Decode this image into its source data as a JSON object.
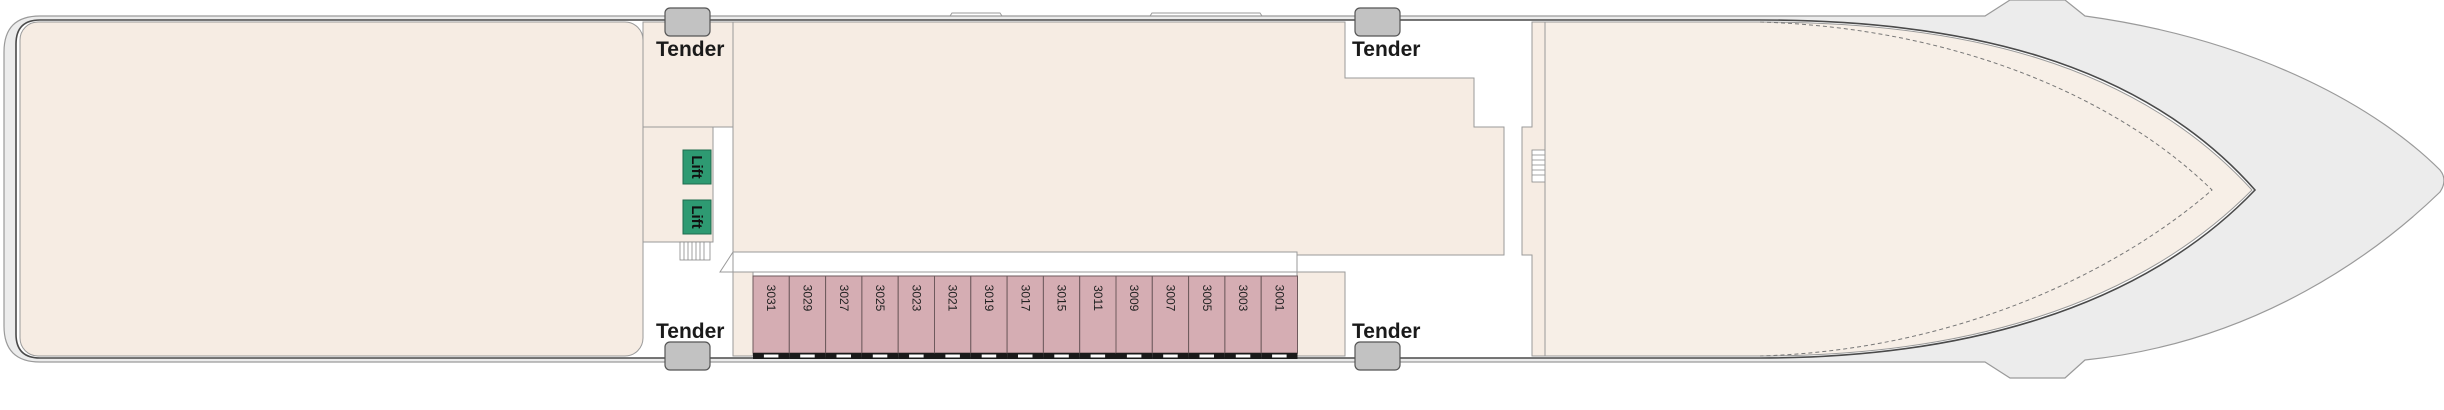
{
  "deck_plan": {
    "tender_label": "Tender",
    "lift_label": "Lift",
    "cabins": [
      "3031",
      "3029",
      "3027",
      "3025",
      "3023",
      "3021",
      "3019",
      "3017",
      "3015",
      "3011",
      "3009",
      "3007",
      "3005",
      "3003",
      "3001"
    ]
  },
  "colors": {
    "deck_fill": "#f6ece3",
    "bow_fill": "#f7efe7",
    "hull_fill": "#ececec",
    "hull_line": "#9a9a9a",
    "deck_line": "#8a8a8a",
    "cabin_fill": "#d5adb3",
    "lift_fill": "#2e9a72",
    "lifeboat_fill": "#c2c2c2"
  }
}
